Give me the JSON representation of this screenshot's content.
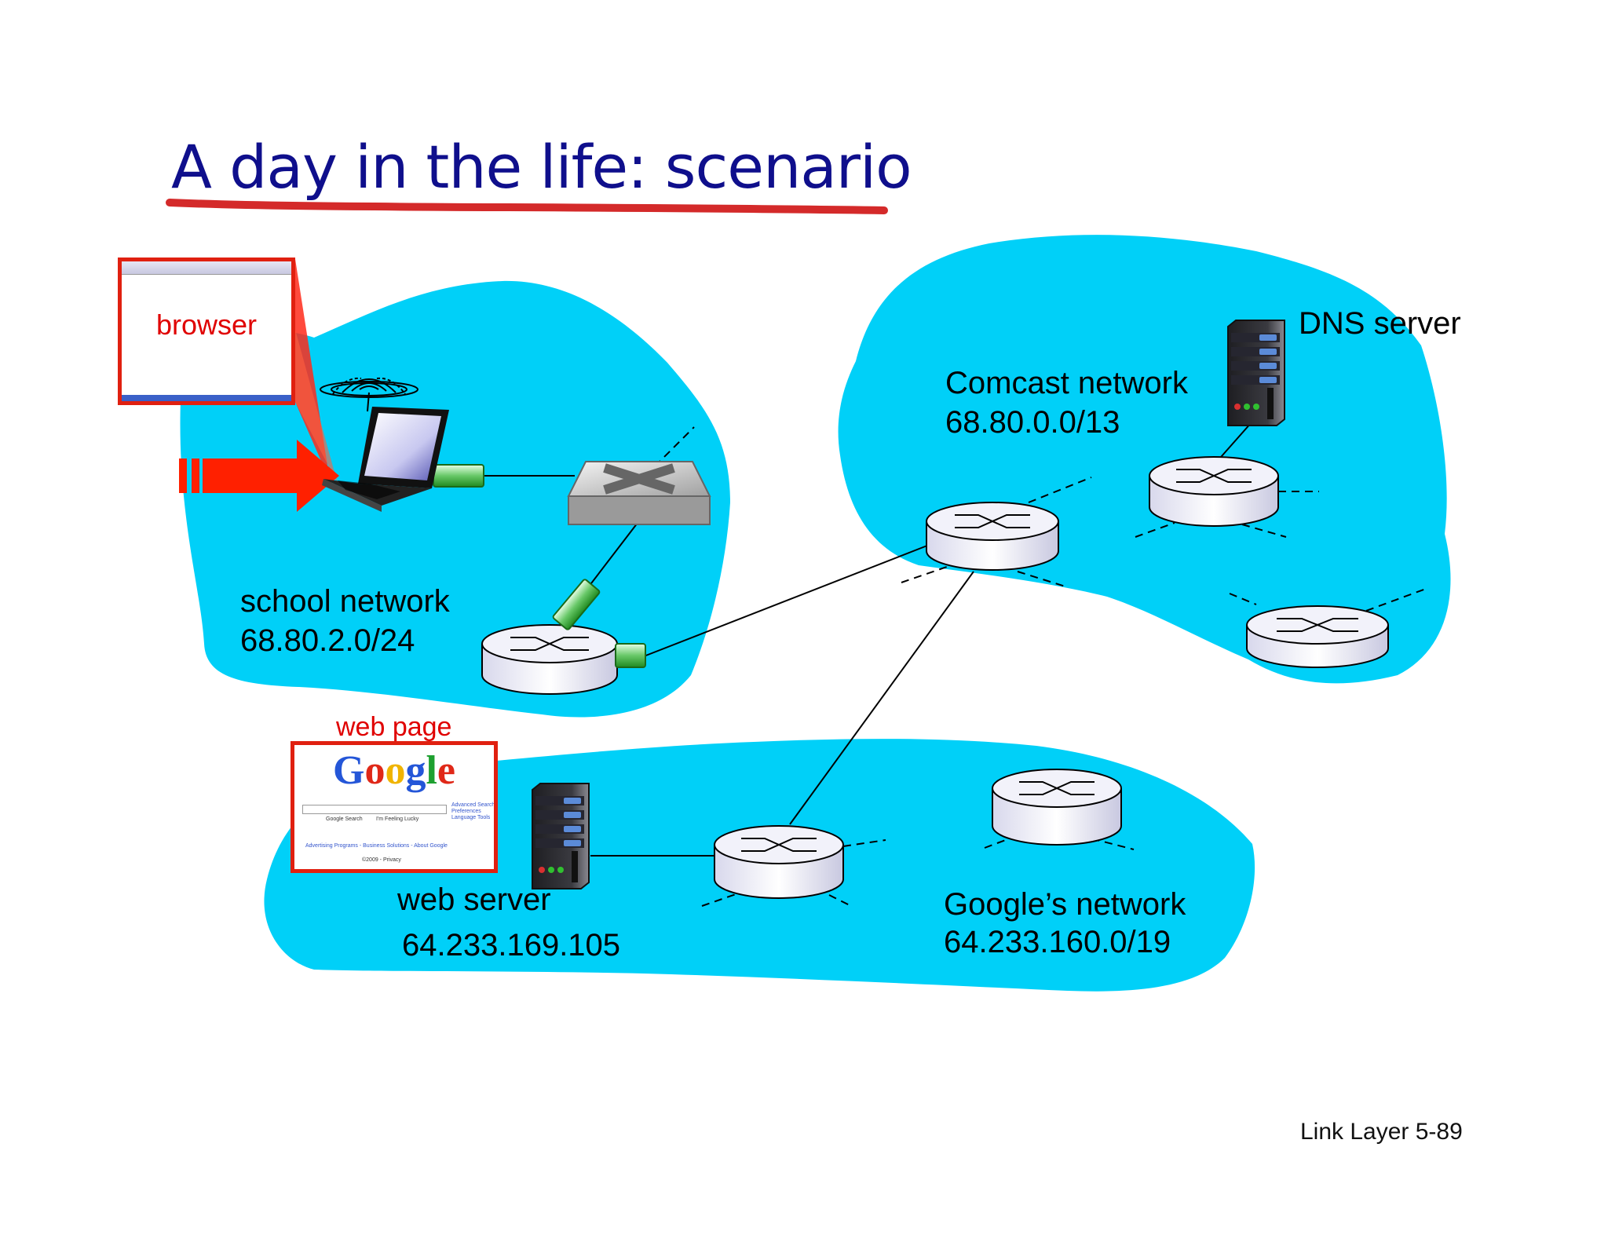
{
  "title": "A day in the life: scenario",
  "footer": "Link Layer  5-89",
  "browser": {
    "label": "browser"
  },
  "school": {
    "name": "school network",
    "prefix": "68.80.2.0/24"
  },
  "comcast": {
    "name": "Comcast network",
    "prefix": "68.80.0.0/13"
  },
  "dns": {
    "label": "DNS server"
  },
  "google_net": {
    "name": "Google’s network",
    "prefix": "64.233.160.0/19"
  },
  "web_server": {
    "label": "web server",
    "ip": "64.233.169.105"
  },
  "web_page": {
    "label": "web page",
    "logo": "Google",
    "search_button": "Google Search",
    "lucky_button": "I'm Feeling Lucky",
    "side_links": [
      "Advanced Search",
      "Preferences",
      "Language Tools"
    ],
    "footer_links": "Advertising Programs - Business Solutions - About Google",
    "copyright": "©2009 - Privacy"
  },
  "colors": {
    "cloud": "#00d0f8",
    "title": "#0f0f8c",
    "highlight_red": "#e00000",
    "underline": "#d42a2a"
  }
}
